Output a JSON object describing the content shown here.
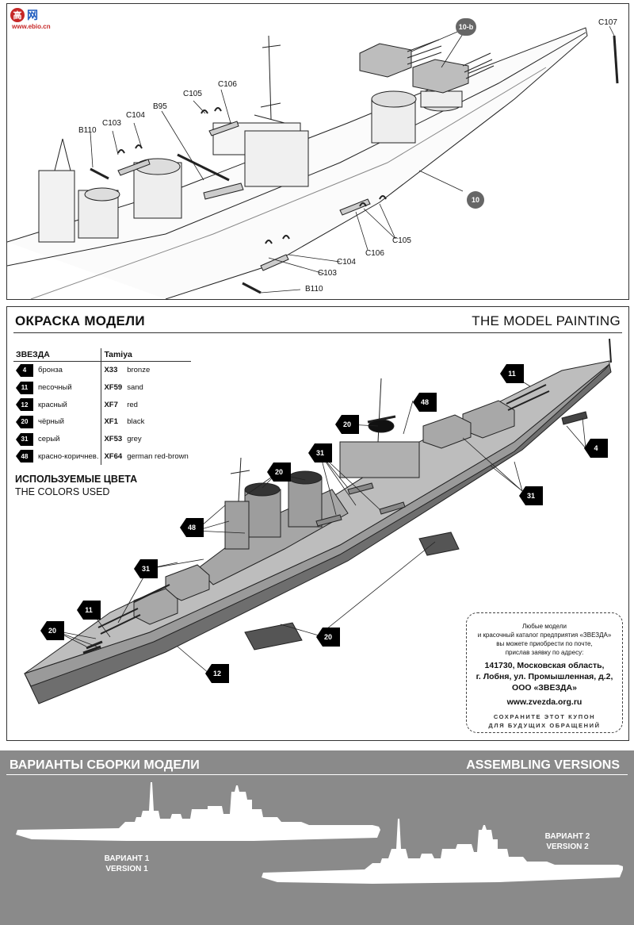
{
  "assembly": {
    "logo_mark": "高",
    "logo_text": "网",
    "logo_sub": "www.ebio.cn",
    "labels": {
      "c107": "C107",
      "step_10b": "10-b",
      "c105_top": "C105",
      "c106_top": "C106",
      "c103_top": "C103",
      "c104_top": "C104",
      "b95": "B95",
      "b110_top": "B110",
      "step_10": "10",
      "c105_right": "C105",
      "c106_bottom": "C106",
      "c104_bottom": "C104",
      "c103_bottom": "C103",
      "b110_bottom": "B110"
    }
  },
  "painting": {
    "title_ru": "ОКРАСКА МОДЕЛИ",
    "title_en": "THE MODEL PAINTING",
    "table_head_left": "ЗВЕЗДА",
    "table_head_right": "Tamiya",
    "colors": [
      {
        "num": "4",
        "ru": "бронза",
        "code": "X33",
        "en": "bronze"
      },
      {
        "num": "11",
        "ru": "песочный",
        "code": "XF59",
        "en": "sand"
      },
      {
        "num": "12",
        "ru": "красный",
        "code": "XF7",
        "en": "red"
      },
      {
        "num": "20",
        "ru": "чёрный",
        "code": "XF1",
        "en": "black"
      },
      {
        "num": "31",
        "ru": "серый",
        "code": "XF53",
        "en": "grey"
      },
      {
        "num": "48",
        "ru": "красно-коричнев.",
        "code": "XF64",
        "en": "german red-brown"
      }
    ],
    "used_ru": "ИСПОЛЬЗУЕМЫЕ ЦВЕТА",
    "used_en": "THE COLORS USED",
    "callouts": {
      "c11_top": "11",
      "c48_top": "48",
      "c20_mast": "20",
      "c4": "4",
      "c31_mid": "31",
      "c31_right": "31",
      "c20_funnel": "20",
      "c48_left": "48",
      "c31_left": "31",
      "c11_left": "11",
      "c20_bow": "20",
      "c20_stand": "20",
      "c12": "12"
    },
    "coupon": {
      "line1": "Любые модели",
      "line2": "и красочный каталог предприятия «ЗВЕЗДА»",
      "line3": "вы можете приобрести по почте,",
      "line4": "прислав заявку по адресу:",
      "addr1": "141730, Московская область,",
      "addr2": "г. Лобня, ул. Промышленная, д.2,",
      "addr3": "ООО «ЗВЕЗДА»",
      "site": "www.zvezda.org.ru",
      "keep1": "СОХРАНИТЕ ЭТОТ КУПОН",
      "keep2": "ДЛЯ БУДУЩИХ ОБРАЩЕНИЙ"
    }
  },
  "versions": {
    "title_ru": "ВАРИАНТЫ СБОРКИ МОДЕЛИ",
    "title_en": "ASSEMBLING VERSIONS",
    "v1_ru": "ВАРИАНТ 1",
    "v1_en": "VERSION 1",
    "v2_ru": "ВАРИАНТ 2",
    "v2_en": "VERSION 2"
  },
  "colors": {
    "hull_grey": "#bdbdbd",
    "hull_dark": "#6e6e6e",
    "panel_grey": "#8a8a8a",
    "badge_grey": "#666666"
  }
}
